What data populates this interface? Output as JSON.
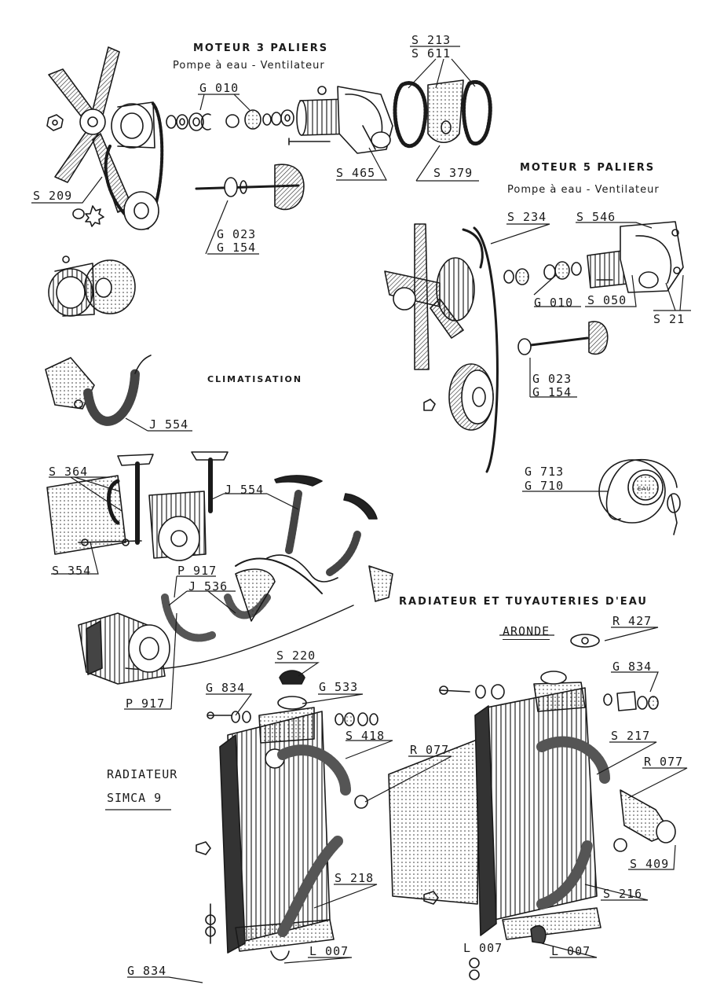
{
  "titles": {
    "moteur3": "MOTEUR 3 PALIERS",
    "moteur3_sub": "Pompe à eau - Ventilateur",
    "moteur5": "MOTEUR 5 PALIERS",
    "moteur5_sub": "Pompe à eau - Ventilateur",
    "climatisation": "CLIMATISATION",
    "radiateur_tuyauteries": "RADIATEUR ET TUYAUTERIES D'EAU",
    "aronde": "ARONDE",
    "radiateur": "RADIATEUR",
    "simca9": "SIMCA 9"
  },
  "labels": {
    "s213": "S 213",
    "s611": "S 611",
    "g010a": "G 010",
    "s209": "S 209",
    "s465": "S 465",
    "s379": "S 379",
    "g023a": "G 023",
    "g154a": "G 154",
    "s234": "S 234",
    "s546": "S 546",
    "g010b": "G 010",
    "s050": "S 050",
    "s21": "S 21",
    "g023b": "G 023",
    "g154b": "G 154",
    "j554a": "J 554",
    "s364": "S 364",
    "j554b": "J 554",
    "g713": "G 713",
    "g710": "G 710",
    "s354": "S 354",
    "p917a": "P 917",
    "j536": "J 536",
    "p917b": "P 917",
    "r427": "R 427",
    "s220": "S 220",
    "g834a": "G 834",
    "g533": "G 533",
    "g834b": "G 834",
    "s418": "S 418",
    "r077a": "R 077",
    "s217": "S 217",
    "r077b": "R 077",
    "s409": "S 409",
    "s218": "S 218",
    "s216": "S 216",
    "l007a": "L 007",
    "l007b": "L 007",
    "l007c": "L 007",
    "g834c": "G 834"
  },
  "gauge_text": "EAU"
}
